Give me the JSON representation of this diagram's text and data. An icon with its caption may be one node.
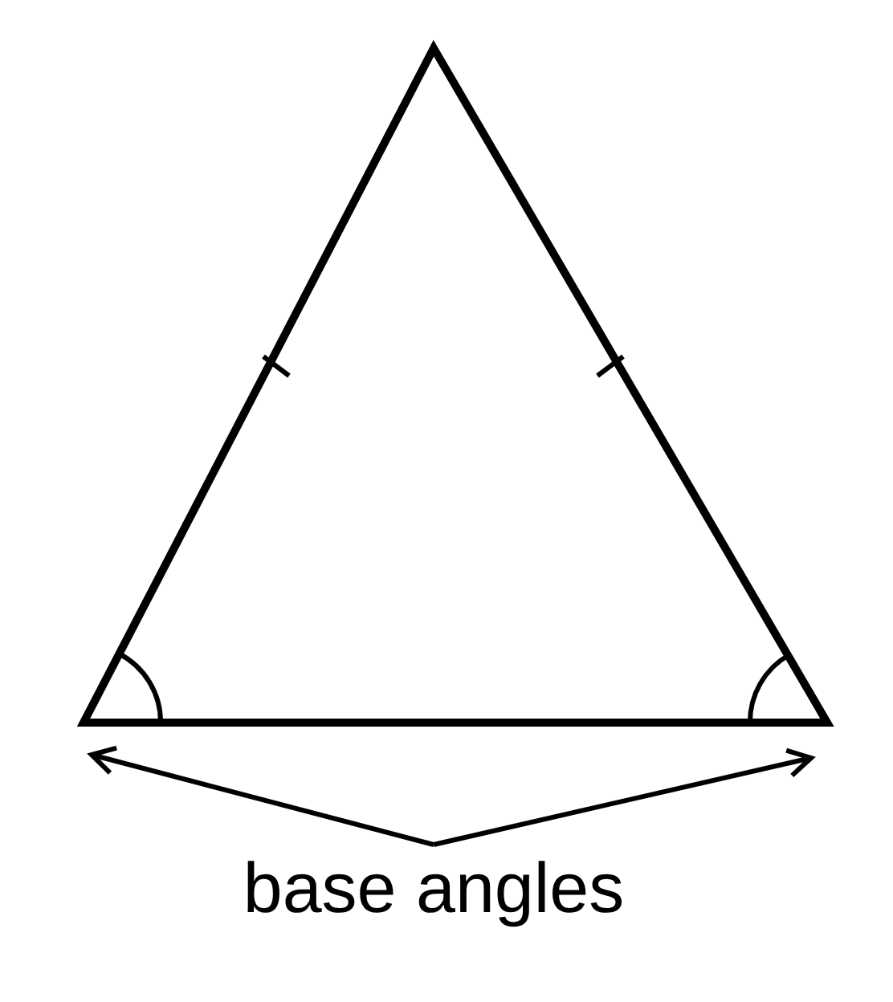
{
  "diagram": {
    "nodes": [
      {
        "text": [
          "base angles"
        ]
      },
      {
        "text": [],
        "shape": "arc"
      },
      {
        "text": [],
        "shape": "arc"
      }
    ],
    "edges": [
      {
        "from": 0,
        "to": 1,
        "arrow": "to"
      },
      {
        "from": 0,
        "to": 2,
        "arrow": "to"
      }
    ]
  }
}
